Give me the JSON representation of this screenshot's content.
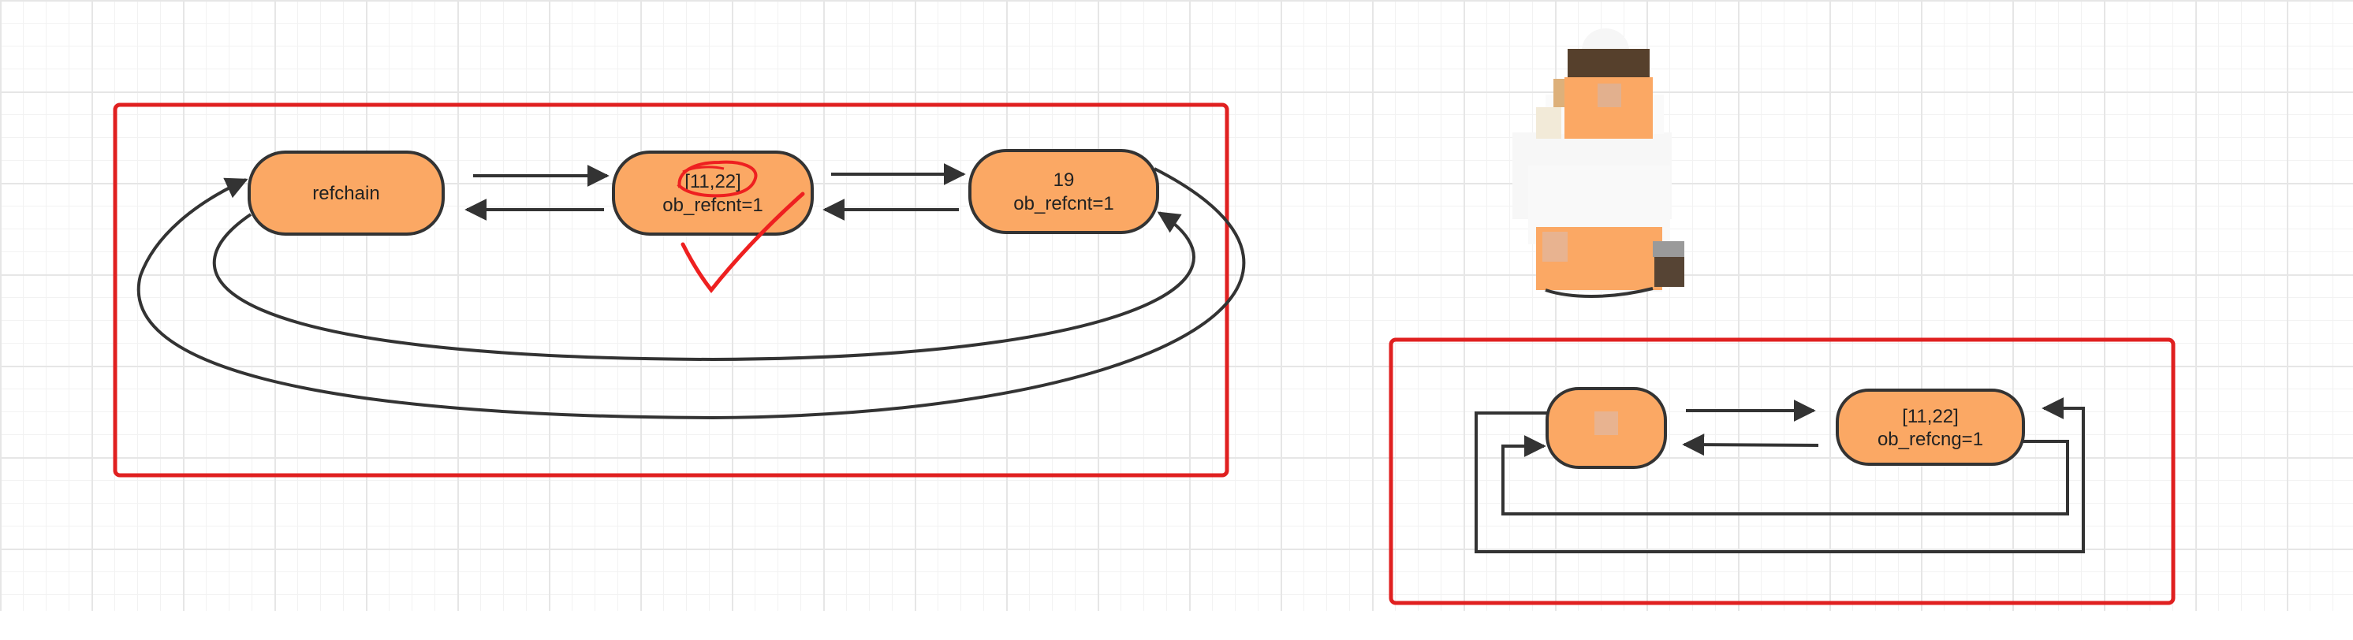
{
  "diagram": {
    "left_group": {
      "nodes": [
        {
          "id": "refchain",
          "lines": [
            "refchain"
          ]
        },
        {
          "id": "list",
          "lines": [
            "[11,22]",
            "ob_refcnt=1"
          ]
        },
        {
          "id": "int19",
          "lines": [
            "19",
            "ob_refcnt=1"
          ]
        }
      ],
      "annotation": "red checkmark and scribble over [11,22] node"
    },
    "right_group": {
      "nodes": [
        {
          "id": "blank",
          "lines": [
            ""
          ]
        },
        {
          "id": "list2",
          "lines": [
            "[11,22]",
            "ob_refcng=1"
          ]
        }
      ]
    },
    "colors": {
      "node_fill": "#fba864",
      "node_stroke": "#333333",
      "frame": "#e02020",
      "annotation": "#ee2020",
      "grid": "#e6e6e6"
    }
  }
}
